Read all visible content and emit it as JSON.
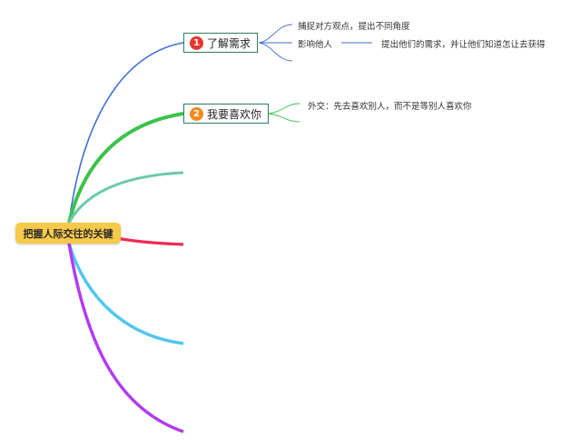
{
  "root": {
    "label": "把握人际交往的关键"
  },
  "topics": [
    {
      "number": "1",
      "label": "了解需求",
      "children": [
        {
          "label": "捕捉对方观点，提出不同角度"
        },
        {
          "label": "影响他人",
          "children": [
            {
              "label": "提出他们的需求，并让他们知道怎让去获得"
            }
          ]
        }
      ]
    },
    {
      "number": "2",
      "label": "我要喜欢你",
      "children": [
        {
          "label": "外交：先去喜欢别人，而不是等别人喜欢你"
        }
      ]
    }
  ],
  "colors": {
    "root_fill": "#f7c94b",
    "branch_1": "#3d6fd6",
    "branch_2": "#3cc24a",
    "branch_3": "#6cc9ad",
    "branch_4": "#ee2c55",
    "branch_5": "#52c6f0",
    "branch_6": "#b13cf0",
    "topic_border": "#2e7d5b",
    "badge_1": "#e8352b",
    "badge_2": "#f08a1c"
  }
}
